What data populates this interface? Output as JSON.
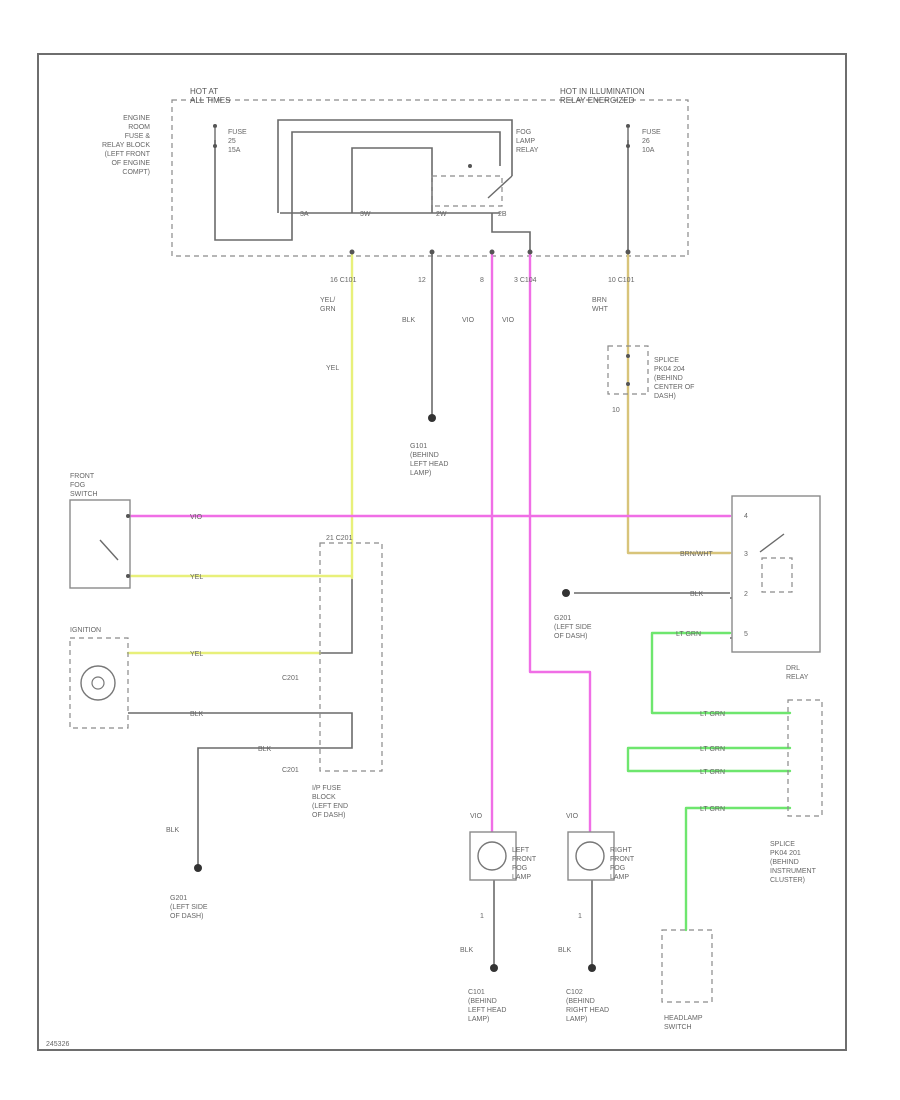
{
  "diagram": {
    "colors": {
      "frame": "#6e6e6e",
      "yellow_wire": "#e8f07a",
      "magenta_wire": "#f06ee6",
      "green_wire": "#6ee66e",
      "tan_wire": "#d8c47a",
      "gray_wire": "#777777"
    },
    "icons": [
      "fuse-icon",
      "relay-switch-icon",
      "ground-icon",
      "lamp-icon",
      "splice-icon",
      "connector-icon"
    ],
    "hot_at_label": "HOT AT\nALL TIMES",
    "hot_illum_label": "HOT IN ILLUMINATION\nRELAY ENERGIZED",
    "engine_room_block": "ENGINE\nROOM\nFUSE &\nRELAY BLOCK\n(LEFT FRONT\nOF ENGINE\nCOMPT)",
    "fuse_left": "FUSE\n25\n15A",
    "fuse_right": "FUSE\n26\n10A",
    "fog_lamp_relay": "FOG\nLAMP\nRELAY",
    "relay_pins": [
      "3A",
      "3W",
      "2W",
      "2B"
    ],
    "conn_labels": {
      "c101_left": "16   C101",
      "pin12": "12",
      "pin8": "8",
      "pin3_c104": "3    C104",
      "c101_right": "10   C101"
    },
    "wire_labels": {
      "yel_grn": "YEL/\nGRN",
      "blk": "BLK",
      "vio1": "VIO",
      "vio2": "VIO",
      "brn_wht": "BRN\nWHT",
      "yel": "YEL",
      "front_fog_vio": "VIO",
      "yel_left": "YEL",
      "yel_ign": "YEL",
      "blk_ign": "BLK",
      "blk_fuse": "BLK",
      "blk_g201": "BLK",
      "brn_wht_drl": "BRN/WHT",
      "blk_drl": "BLK",
      "lt_grn1": "LT GRN",
      "lt_grn2": "LT GRN",
      "lt_grn3": "LT GRN",
      "lt_grn4": "LT GRN",
      "lt_grn5": "LT GRN",
      "vio_left_lamp": "VIO",
      "vio_right_lamp": "VIO",
      "blk_left_lamp": "BLK",
      "blk_right_lamp": "BLK"
    },
    "g101": "G101\n(BEHIND\nLEFT HEAD\nLAMP)",
    "splice": "SPLICE\nPK04 204\n(BEHIND\nCENTER OF\nDASH)",
    "splice_pin": "10",
    "front_fog_switch": "FRONT\nFOG\nSWITCH",
    "ignition": "IGNITION",
    "ip_pins": {
      "p21_c201": "21  C201",
      "c201a": "C201",
      "c201b": "C201"
    },
    "ip_fuse_block": "I/P FUSE\nBLOCK\n(LEFT END\nOF DASH)",
    "g201_mid": "G201\n(LEFT SIDE\nOF DASH)",
    "g201_bottom": "G201\n(LEFT SIDE\nOF DASH)",
    "drl_relay": "DRL\nRELAY",
    "drl_pins": [
      "4",
      "3",
      "2",
      "5"
    ],
    "splice_right": "SPLICE\nPK04 201\n(BEHIND\nINSTRUMENT\nCLUSTER)",
    "left_fog_lamp": "LEFT\nFRONT\nFOG\nLAMP",
    "right_fog_lamp": "RIGHT\nFRONT\nFOG\nLAMP",
    "c101_left_lamp": "C101\n(BEHIND\nLEFT HEAD\nLAMP)",
    "c102_right_lamp": "C102\n(BEHIND\nRIGHT HEAD\nLAMP)",
    "headlamp_switch": "HEADLAMP\nSWITCH",
    "lamp_pin": "1",
    "footer_code": "245326"
  }
}
